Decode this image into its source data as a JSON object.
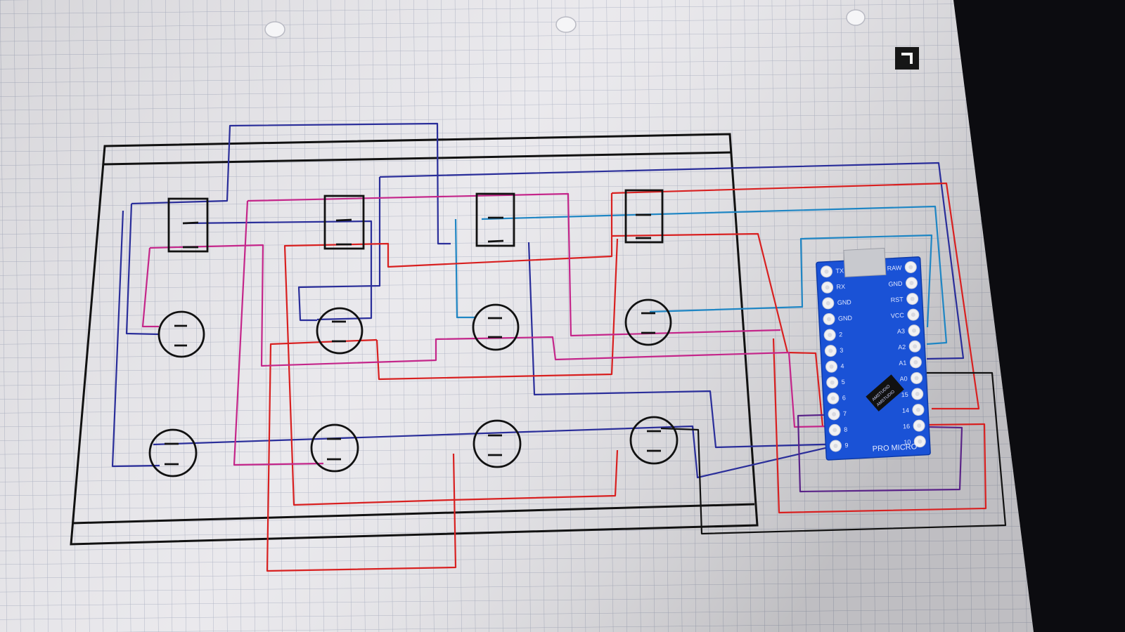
{
  "board": {
    "name": "PRO MICRO",
    "chip_marking": [
      "AMSTUDIO",
      "AMSTUDIO"
    ],
    "left_pins": [
      "TX",
      "RX",
      "GND",
      "GND",
      "2",
      "3",
      "4",
      "5",
      "6",
      "7",
      "8",
      "9"
    ],
    "right_pins": [
      "RAW",
      "GND",
      "RST",
      "VCC",
      "A3",
      "A2",
      "A1",
      "A0",
      "15",
      "14",
      "16",
      "10"
    ]
  },
  "colors": {
    "paper": "#e9e8ec",
    "grid": "#aeb3c4",
    "outline": "#111111",
    "wire_blue": "#2a2e9a",
    "wire_cyan": "#1f86c4",
    "wire_red": "#d82020",
    "wire_magenta": "#c4268a",
    "wire_purple": "#5a2488",
    "board_blue": "#1a52d6"
  },
  "components": {
    "square_switches": 4,
    "round_buttons": 8
  }
}
